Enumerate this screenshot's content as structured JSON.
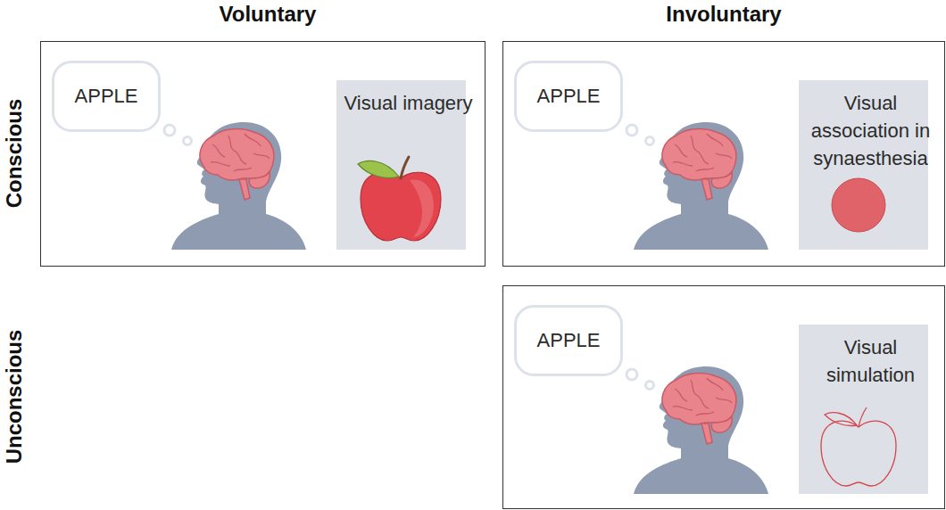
{
  "diagram": {
    "nodes": [
      {
        "text": [
          "APPLE"
        ]
      },
      {
        "text": [
          "Visual imagery"
        ]
      },
      {
        "text": [
          "APPLE"
        ]
      },
      {
        "text": [
          "Visual association in synaesthesia"
        ]
      },
      {
        "text": [
          "APPLE"
        ]
      },
      {
        "text": [
          "Visual simulation"
        ]
      }
    ],
    "edges": [],
    "labels": [
      "Voluntary",
      "Involuntary",
      "Conscious",
      "Unconscious"
    ]
  }
}
